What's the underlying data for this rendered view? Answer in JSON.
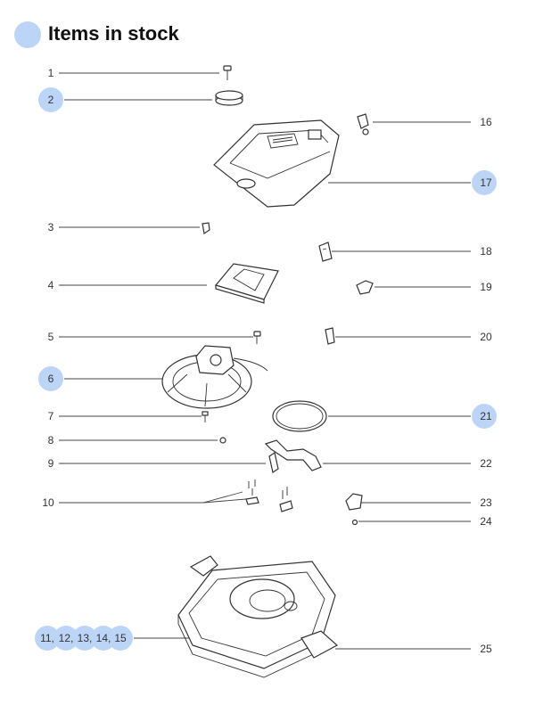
{
  "title": "Items in stock",
  "colors": {
    "highlight": "#bcd5f7",
    "line": "#444444"
  },
  "callouts": {
    "c1": "1",
    "c2": "2",
    "c3": "3",
    "c4": "4",
    "c5": "5",
    "c6": "6",
    "c7": "7",
    "c8": "8",
    "c9": "9",
    "c10": "10",
    "c11": "11,",
    "c12": "12,",
    "c13": "13,",
    "c14": "14,",
    "c15": "15",
    "c16": "16",
    "c17": "17",
    "c18": "18",
    "c19": "19",
    "c20": "20",
    "c21": "21",
    "c22": "22",
    "c23": "23",
    "c24": "24",
    "c25": "25"
  },
  "in_stock": [
    "2",
    "6",
    "11",
    "12",
    "13",
    "14",
    "15",
    "17",
    "21"
  ]
}
